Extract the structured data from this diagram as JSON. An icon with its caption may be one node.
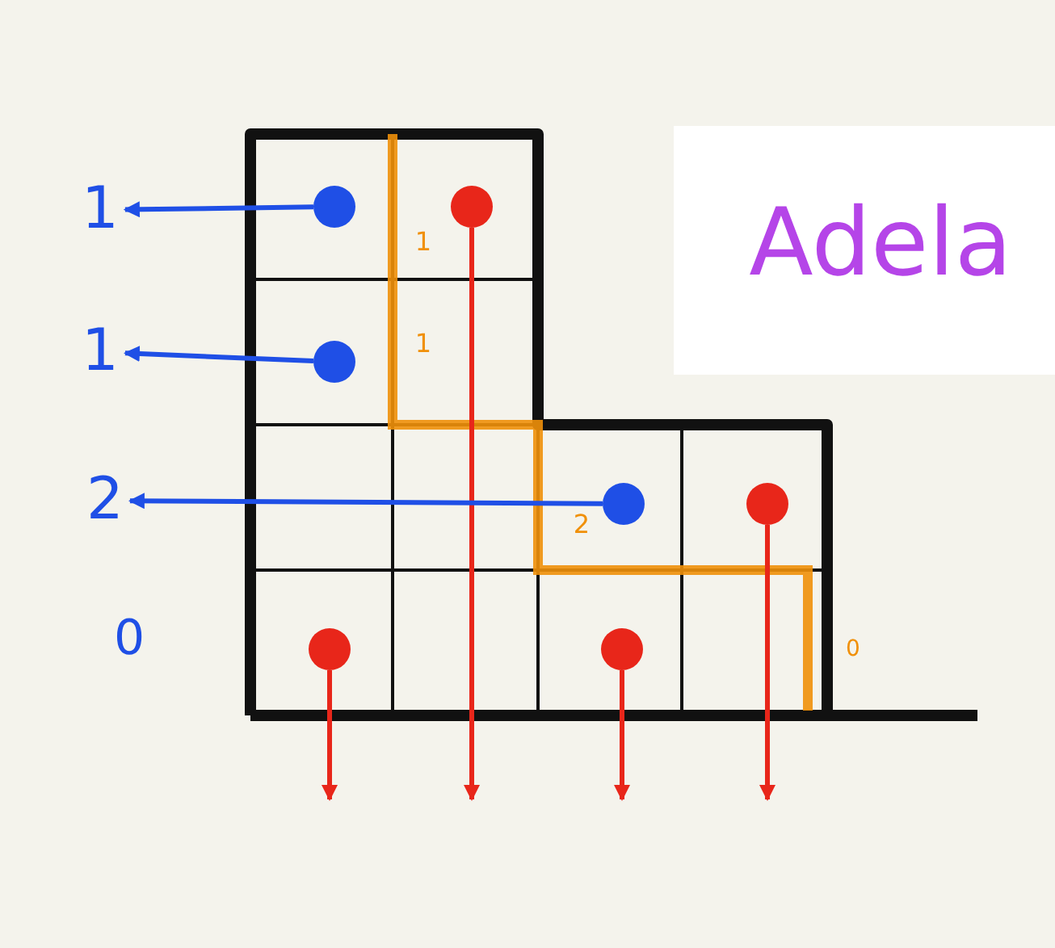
{
  "diagram": {
    "nodes": [
      {
        "text": [
          "1"
        ]
      },
      {
        "text": [],
        "shape": "circle"
      },
      {
        "text": [],
        "shape": "circle"
      },
      {
        "text": [
          "1"
        ]
      },
      {
        "text": [],
        "shape": "circle"
      },
      {
        "text": [
          "2"
        ]
      },
      {
        "text": [],
        "shape": "circle"
      },
      {
        "text": [],
        "shape": "circle"
      },
      {
        "text": [],
        "shape": "circle"
      },
      {
        "text": [],
        "shape": "circle"
      }
    ],
    "edges": [
      {
        "from": 1,
        "to": 0,
        "arrow": "to",
        "color": "#1f4fe6"
      },
      {
        "from": 2,
        "to": null,
        "arrow": "to"
      },
      {
        "from": 4,
        "to": 3,
        "arrow": "to",
        "color": "#1f4fe6"
      },
      {
        "from": 6,
        "to": 5,
        "arrow": "to",
        "color": "#1f4fe6"
      },
      {
        "from": 7,
        "to": null,
        "arrow": "to"
      },
      {
        "from": 8,
        "to": null,
        "arrow": "to"
      },
      {
        "from": 9,
        "to": null,
        "arrow": "to"
      }
    ],
    "labels": [
      "1",
      "Adela",
      "1",
      "2",
      "0",
      "0"
    ]
  }
}
